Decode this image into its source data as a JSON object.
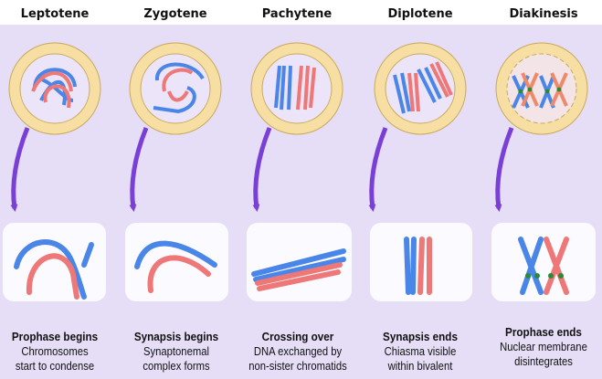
{
  "stages": [
    {
      "name": "Leptotene",
      "heading": "Prophase begins",
      "line1": "Chromosomes",
      "line2": "start to condense"
    },
    {
      "name": "Zygotene",
      "heading": "Synapsis begins",
      "line1": "Synaptonemal",
      "line2": "complex forms"
    },
    {
      "name": "Pachytene",
      "heading": "Crossing over",
      "line1": "DNA exchanged by",
      "line2": "non-sister chromatids"
    },
    {
      "name": "Diplotene",
      "heading": "Synapsis ends",
      "line1": "Chiasma visible",
      "line2": "within bivalent"
    },
    {
      "name": "Diakinesis",
      "heading": "Prophase ends",
      "line1": "Nuclear membrane",
      "line2": "disintegrates"
    }
  ],
  "colors": {
    "background": "#e5def6",
    "nucleus": "#f7dfa4",
    "arrow": "#7a3fd6",
    "blue": "#4a86e8",
    "red": "#ee7777"
  }
}
